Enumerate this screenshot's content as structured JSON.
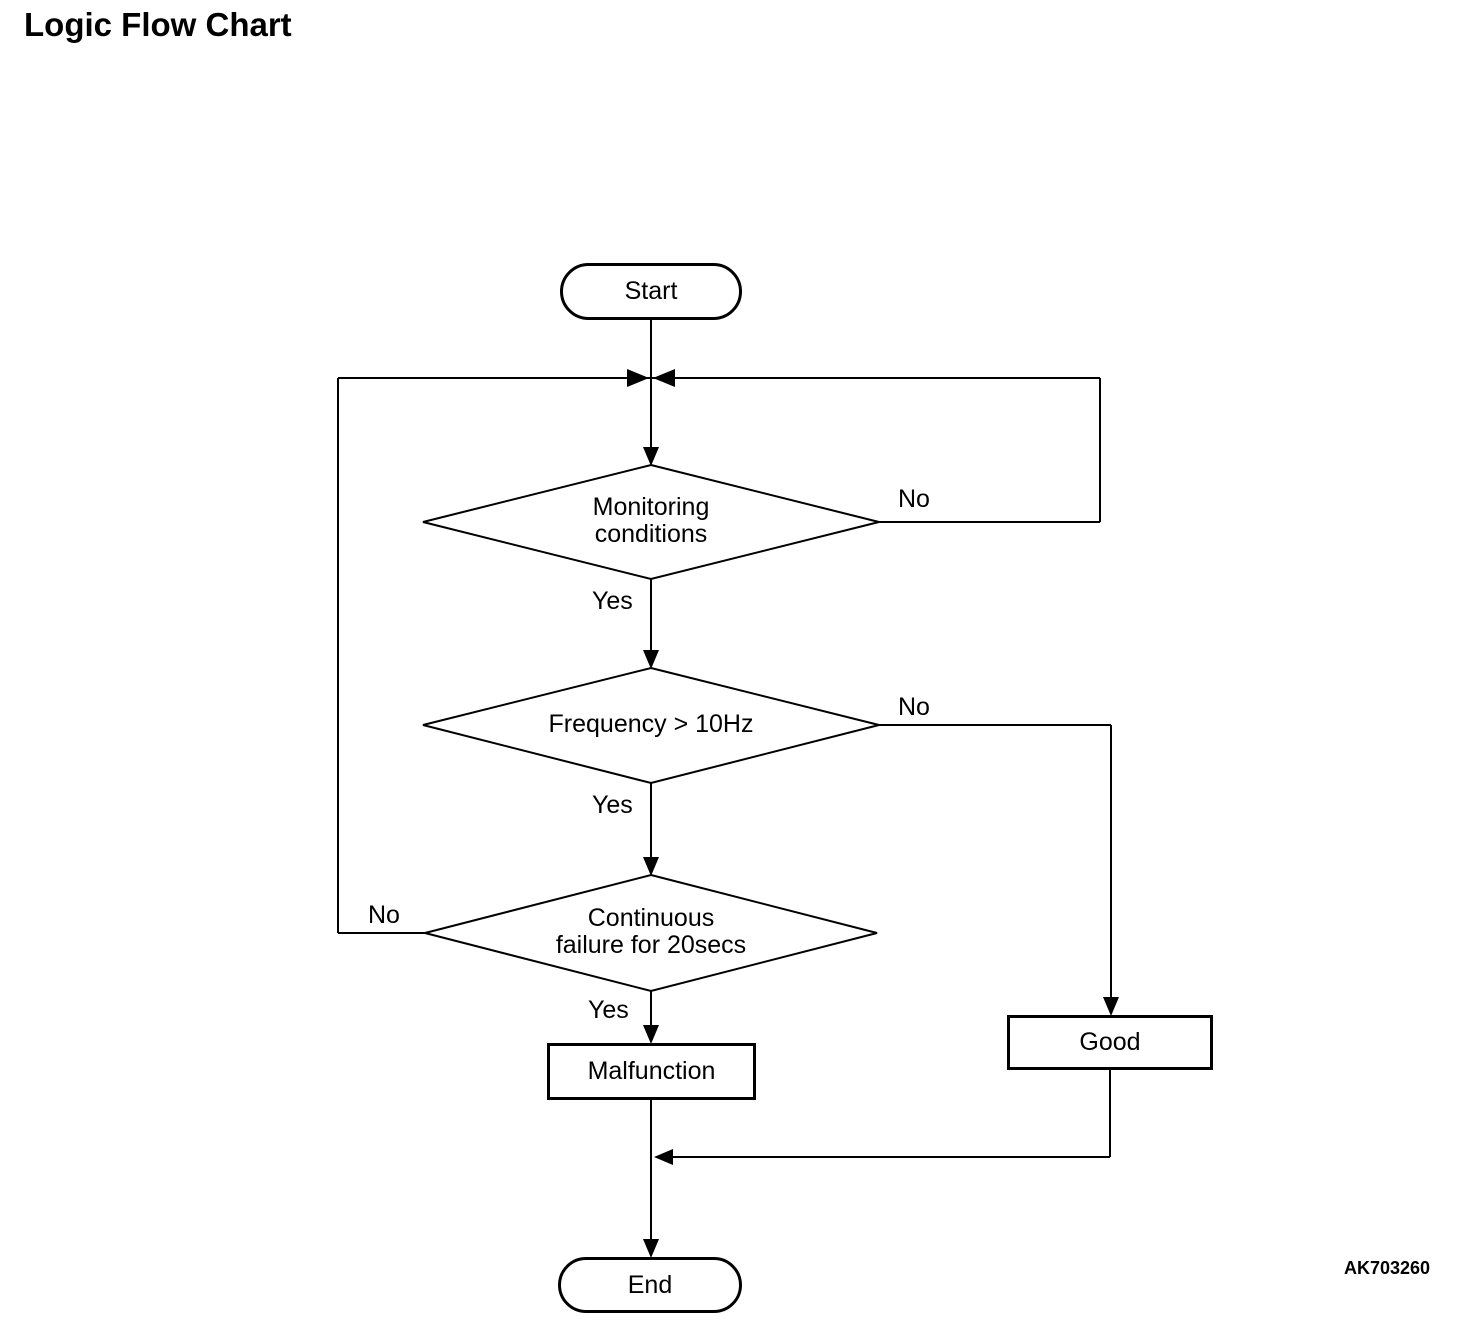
{
  "title": "Logic Flow Chart",
  "figure_code": "AK703260",
  "diagram_type": "flowchart",
  "nodes": {
    "start": {
      "type": "terminator",
      "label": "Start"
    },
    "monitoring": {
      "type": "decision",
      "line1": "Monitoring",
      "line2": "conditions"
    },
    "frequency": {
      "type": "decision",
      "label": "Frequency > 10Hz"
    },
    "continuous": {
      "type": "decision",
      "line1": "Continuous",
      "line2": "failure for 20secs"
    },
    "malfunction": {
      "type": "process",
      "label": "Malfunction"
    },
    "good": {
      "type": "process",
      "label": "Good"
    },
    "end": {
      "type": "terminator",
      "label": "End"
    }
  },
  "edges": [
    {
      "from": "start",
      "to": "merge-point",
      "label": ""
    },
    {
      "from": "merge-point",
      "to": "monitoring",
      "label": ""
    },
    {
      "from": "monitoring",
      "to": "frequency",
      "label": "Yes"
    },
    {
      "from": "monitoring",
      "to": "merge-point",
      "label": "No"
    },
    {
      "from": "frequency",
      "to": "continuous",
      "label": "Yes"
    },
    {
      "from": "frequency",
      "to": "good",
      "label": "No"
    },
    {
      "from": "continuous",
      "to": "malfunction",
      "label": "Yes"
    },
    {
      "from": "continuous",
      "to": "merge-point",
      "label": "No"
    },
    {
      "from": "malfunction",
      "to": "end",
      "label": ""
    },
    {
      "from": "good",
      "to": "end",
      "label": ""
    }
  ],
  "colors": {
    "line": "#000000",
    "background": "#ffffff",
    "text": "#000000"
  }
}
